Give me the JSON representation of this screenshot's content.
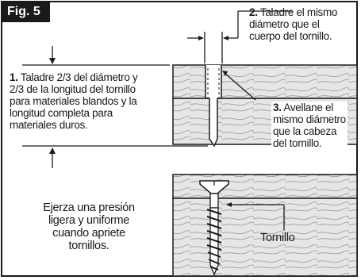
{
  "figure": {
    "label": "Fig. 5"
  },
  "callouts": {
    "step1": {
      "number": "1.",
      "lines": [
        "Taladre 2/3 del diámetro y",
        "2/3 de la longitud del tornillo",
        "para materiales blandos y la",
        "longitud completa para",
        "materiales duros."
      ]
    },
    "step2": {
      "number": "2.",
      "lines": [
        "Taladre el mismo",
        "diámetro que el",
        "cuerpo del tornillo."
      ]
    },
    "step3": {
      "number": "3.",
      "lines": [
        "Avellane el",
        "mismo diámetro",
        "que la cabeza",
        "del tornillo."
      ]
    },
    "pressure_note": {
      "lines": [
        "Ejerza una presión",
        "ligera y uniforme",
        "cuando apriete",
        "tornillos."
      ]
    },
    "screw_label": "Tornillo"
  },
  "colors": {
    "ink": "#1a1a1a",
    "wood_fill": "#e6e6e6",
    "background": "#ffffff"
  }
}
